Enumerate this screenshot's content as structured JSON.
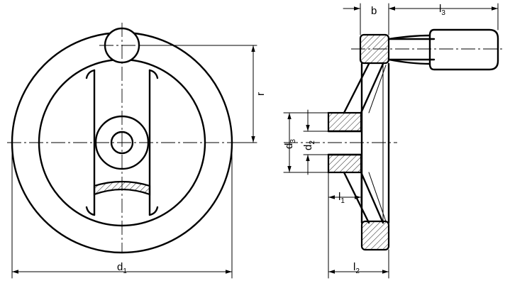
{
  "dimensions": {
    "d1": {
      "main": "d",
      "sub": "1"
    },
    "r": {
      "main": "r"
    },
    "b": {
      "main": "b"
    },
    "l3": {
      "main": "l",
      "sub": "3"
    },
    "d3": {
      "main": "d",
      "sub": "3"
    },
    "d2": {
      "main": "d",
      "sub": "2"
    },
    "l1": {
      "main": "l",
      "sub": "1"
    },
    "l2": {
      "main": "l",
      "sub": "2"
    }
  }
}
